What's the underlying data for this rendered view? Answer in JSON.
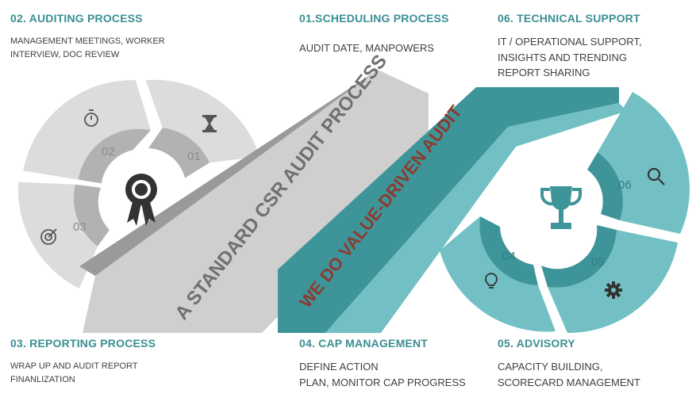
{
  "steps": [
    {
      "number": "01",
      "title": "01.SCHEDULING PROCESS",
      "lines": [
        "AUDIT DATE, MANPOWERS"
      ],
      "icon": "hourglass-icon"
    },
    {
      "number": "02",
      "title": "02. AUDITING PROCESS",
      "lines": [
        "MANAGEMENT  MEETINGS,  WORKER",
        "INTERVIEW,  DOC REVIEW"
      ],
      "icon": "stopwatch-icon"
    },
    {
      "number": "03",
      "title": "03. REPORTING PROCESS",
      "lines": [
        "WRAP UP AND AUDIT REPORT",
        "FINANLIZATION"
      ],
      "icon": "target-icon"
    },
    {
      "number": "04",
      "title": "04. CAP MANAGEMENT",
      "lines": [
        "DEFINE ACTION",
        "PLAN, MONITOR CAP PROGRESS"
      ],
      "icon": "lightbulb-icon"
    },
    {
      "number": "05",
      "title": "05. ADVISORY",
      "lines": [
        "CAPACITY BUILDING,",
        "SCORECARD MANAGEMENT"
      ],
      "icon": "gear-icon"
    },
    {
      "number": "06",
      "title": "06. TECHNICAL SUPPORT",
      "lines": [
        "IT / OPERATIONAL SUPPORT,",
        "INSIGHTS AND TRENDING",
        "REPORT SHARING"
      ],
      "icon": "magnifier-icon"
    }
  ],
  "band_left_text": "A STANDARD CSR AUDIT PROCESS",
  "band_right_text": "WE DO VALUE-DRIVEN AUDIT",
  "center_left_icon": "award-ribbon-icon",
  "center_right_icon": "trophy-icon",
  "colors": {
    "title": "#3a8f93",
    "gray_light": "#dcdcdc",
    "gray_mid": "#b2b2b2",
    "gray_band": "#999999",
    "gray_text": "#707070",
    "teal_light": "#72c0c4",
    "teal_mid": "#3e9599",
    "teal_band": "#439ea2",
    "teal_dark_text": "#8a3c31"
  }
}
